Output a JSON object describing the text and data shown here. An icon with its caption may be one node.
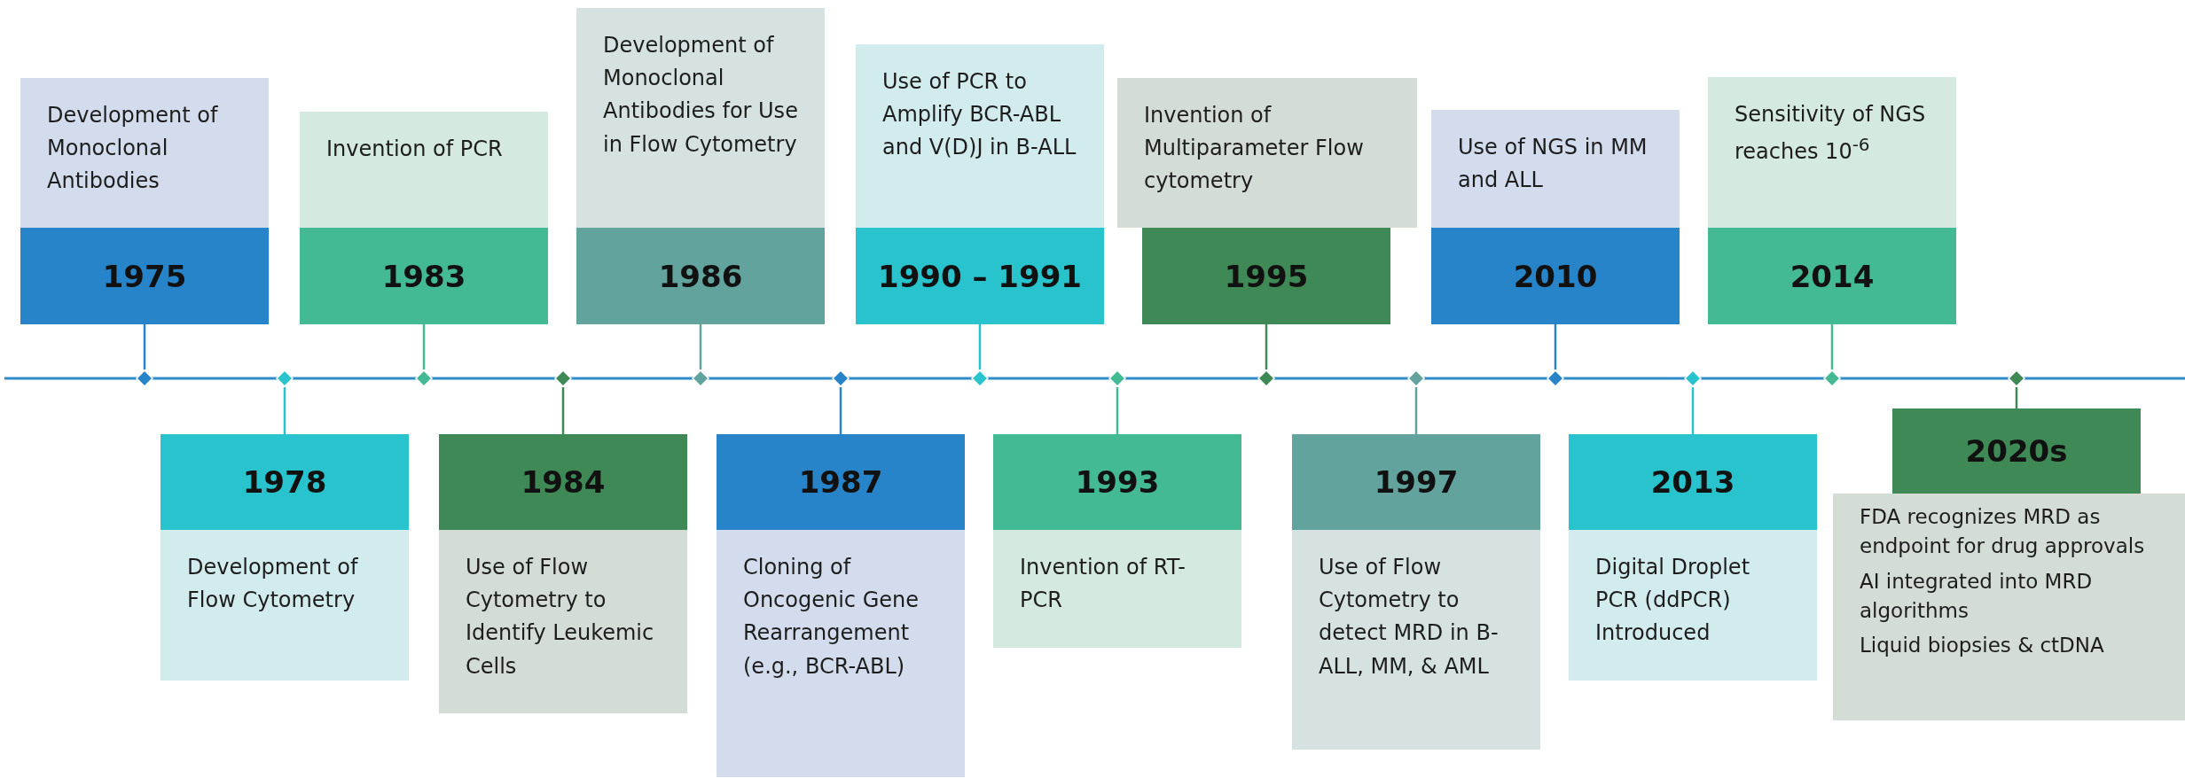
{
  "diagram": {
    "nodes": [
      {
        "text": [
          "Development of Monoclonal Antibodies"
        ]
      },
      {
        "text": [
          "1975"
        ]
      },
      {
        "text": [],
        "shape": "diamond"
      },
      {
        "text": [
          "1978"
        ]
      },
      {
        "text": [
          "Development of Flow Cytometry"
        ]
      },
      {
        "text": [],
        "shape": "diamond"
      },
      {
        "text": [
          "Invention of PCR"
        ]
      },
      {
        "text": [
          "1983"
        ]
      },
      {
        "text": [],
        "shape": "diamond"
      },
      {
        "text": [
          "1984"
        ]
      },
      {
        "text": [
          "Use of Flow Cytometry to Identify Leukemic Cells"
        ]
      },
      {
        "text": [],
        "shape": "diamond"
      },
      {
        "text": [
          "Development of Monoclonal Antibodies for Use in Flow Cytometry"
        ]
      },
      {
        "text": [
          "1986"
        ]
      },
      {
        "text": [],
        "shape": "diamond"
      },
      {
        "text": [
          "1987"
        ]
      },
      {
        "text": [
          "Cloning of Oncogenic Gene Rearrangement (e.g., BCR-ABL)"
        ]
      },
      {
        "text": [],
        "shape": "diamond"
      },
      {
        "text": [
          "Use of PCR to Amplify BCR-ABL and V(D)J in B-ALL"
        ]
      },
      {
        "text": [
          "1990 – 1991"
        ]
      },
      {
        "text": [],
        "shape": "diamond"
      },
      {
        "text": [
          "1993"
        ]
      },
      {
        "text": [
          "Invention of RT-PCR"
        ]
      },
      {
        "text": [],
        "shape": "diamond"
      },
      {
        "text": [
          "Invention of Multiparameter Flow cytometry"
        ]
      },
      {
        "text": [
          "1995"
        ]
      },
      {
        "text": [],
        "shape": "diamond"
      },
      {
        "text": [
          "1997"
        ]
      },
      {
        "text": [
          "Use of Flow Cytometry to detect MRD in B-ALL, MM, & AML"
        ]
      },
      {
        "text": [],
        "shape": "diamond"
      },
      {
        "text": [
          "Use of NGS in MM and ALL"
        ]
      },
      {
        "text": [
          "2010"
        ]
      },
      {
        "text": [],
        "shape": "diamond"
      },
      {
        "text": [
          "2013"
        ]
      },
      {
        "text": [
          "Digital Droplet PCR (ddPCR) Introduced"
        ]
      },
      {
        "text": [],
        "shape": "diamond"
      },
      {
        "text": [
          "Sensitivity of NGS reaches 10$^{-6}$"
        ]
      },
      {
        "text": [
          "2014"
        ]
      },
      {
        "text": [],
        "shape": "diamond"
      },
      {
        "text": [
          "2020s"
        ]
      },
      {
        "text": [
          "FDA recognizes MRD as endpoint for drug approvals",
          "AI integrated into MRD algorithms",
          "Liquid biopsies & ctDNA"
        ]
      },
      {
        "text": [],
        "shape": "diamond"
      }
    ],
    "edges": [
      {
        "from": 1,
        "to": 2,
        "arrow": "none",
        "color": "#2784c8"
      },
      {
        "from": 3,
        "to": 5,
        "arrow": "none",
        "color": "#29c3cd"
      },
      {
        "from": 7,
        "to": 8,
        "arrow": "none",
        "color": "#44ba94"
      },
      {
        "from": 9,
        "to": 11,
        "arrow": "none",
        "color": "#3e8955"
      },
      {
        "from": 13,
        "to": 14,
        "arrow": "none",
        "color": "#63a39e"
      },
      {
        "from": 15,
        "to": 17,
        "arrow": "none",
        "color": "#2784c8"
      },
      {
        "from": 19,
        "to": 20,
        "arrow": "none",
        "color": "#29c3cd"
      },
      {
        "from": 21,
        "to": 23,
        "arrow": "none",
        "color": "#44ba94"
      },
      {
        "from": 25,
        "to": 26,
        "arrow": "none",
        "color": "#3e8955"
      },
      {
        "from": 27,
        "to": 29,
        "arrow": "none",
        "color": "#63a39e"
      },
      {
        "from": 31,
        "to": 32,
        "arrow": "none",
        "color": "#2784c8"
      },
      {
        "from": 33,
        "to": 35,
        "arrow": "none",
        "color": "#29c3cd"
      },
      {
        "from": 37,
        "to": 38,
        "arrow": "none",
        "color": "#44ba94"
      },
      {
        "from": 39,
        "to": 41,
        "arrow": "none",
        "color": "#3e8955"
      }
    ]
  }
}
